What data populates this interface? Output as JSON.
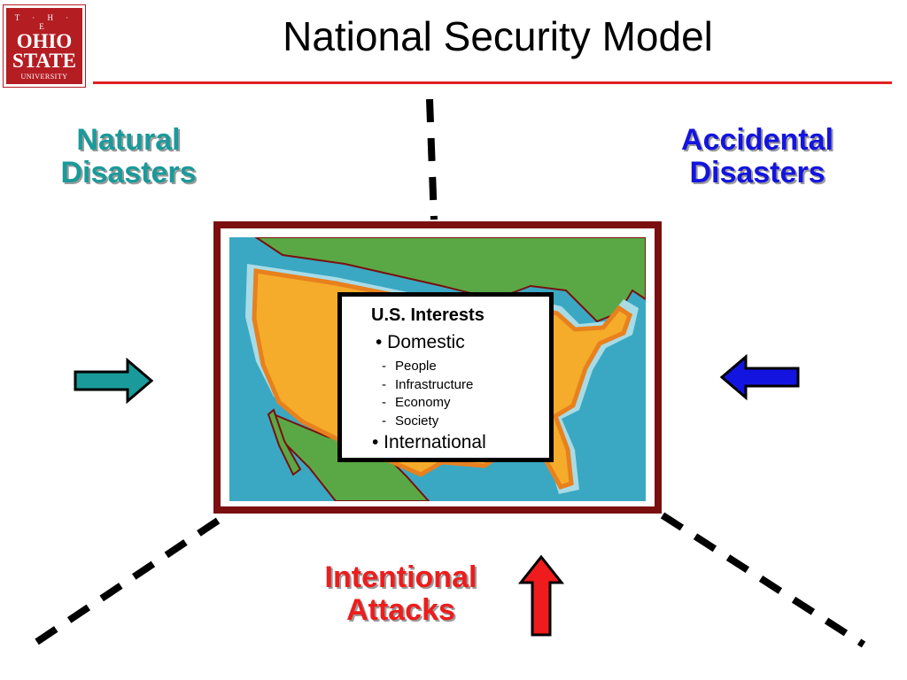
{
  "header": {
    "title": "National Security Model",
    "logo": {
      "line1": "T · H · E",
      "line2": "OHIO",
      "line3": "STATE",
      "line4": "UNIVERSITY"
    }
  },
  "threats": {
    "natural": {
      "line1": "Natural",
      "line2": "Disasters",
      "color": "#1a9a9a"
    },
    "accidental": {
      "line1": "Accidental",
      "line2": "Disasters",
      "color": "#1414e0"
    },
    "intentional": {
      "line1": "Intentional",
      "line2": "Attacks",
      "color": "#ee1c1c"
    }
  },
  "interests": {
    "title": "U.S. Interests",
    "domestic": "•  Domestic",
    "domestic_items": [
      "People",
      "Infrastructure",
      "Economy",
      "Society"
    ],
    "international": "• International"
  },
  "colors": {
    "frame": "#7b0f0f",
    "rule": "#e02020",
    "ocean": "#3aa8c2",
    "land": "#5aa845",
    "usa": "#f4ac2a",
    "arrow_natural": "#1a9a9a",
    "arrow_accidental": "#1414e0",
    "arrow_intentional": "#ee1c1c"
  },
  "icons": {
    "natural_arrow": "arrow-right-icon",
    "accidental_arrow": "arrow-left-icon",
    "intentional_arrow": "arrow-up-icon",
    "map": "usa-map-icon",
    "logo": "ohio-state-logo"
  }
}
